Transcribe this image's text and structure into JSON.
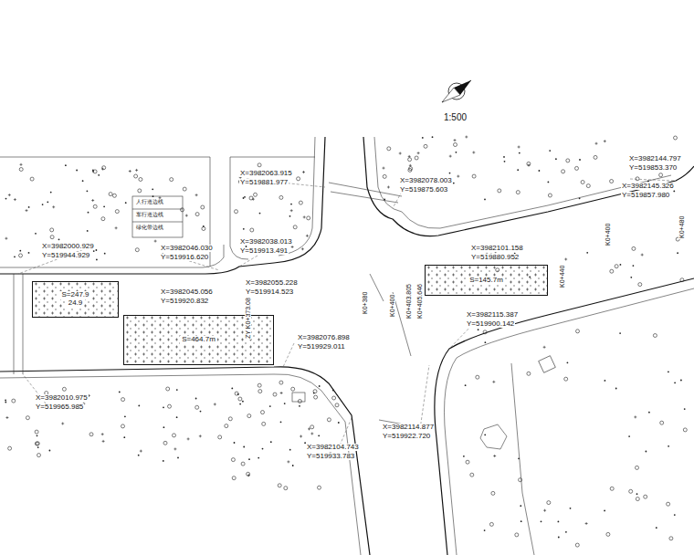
{
  "diagram": {
    "nodes": [
      {
        "text": [
          "S=247.9",
          "24.9"
        ]
      },
      {
        "text": [
          "S=464.7m"
        ]
      },
      {
        "text": [
          "S=145.7m"
        ]
      }
    ],
    "labels": [
      "1:500",
      "X=3982063.915",
      "Y=519881.977",
      "X=3982078.003",
      "Y=519875.603",
      "X=3982144.797",
      "Y=519853.370",
      "X=3982145.326",
      "Y=519857.980",
      "X=3982038.013",
      "Y=519913.491",
      "X=3982046.030",
      "Y=519916.620",
      "X=3982000.929",
      "Y=519944.929",
      "X=3982045.056",
      "Y=519920.832",
      "X=3982055.228",
      "Y=519914.523",
      "X=3982101.158",
      "Y=519880.952",
      "X=3982115.387",
      "Y=519900.142",
      "X=3982076.898",
      "Y=519929.011",
      "X=3982010.975",
      "Y=519965.985",
      "X=3982114.877",
      "Y=519922.720",
      "X=3982104.743",
      "Y=519933.783",
      "K0+380",
      "K0+400",
      "K0+403.805",
      "K0+405.646",
      "K0+480",
      "K0+400",
      "ZY K0+373.08",
      "K0+440",
      "人行道边线",
      "车行道边线",
      "绿化带边线"
    ]
  }
}
